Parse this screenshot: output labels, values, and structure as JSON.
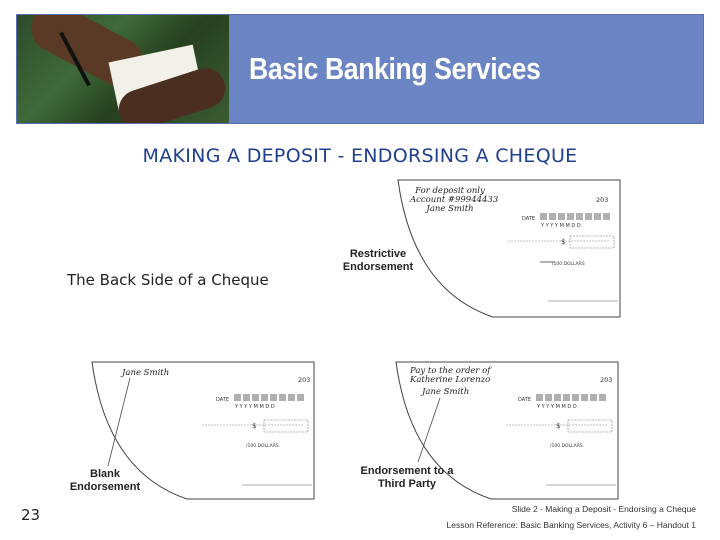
{
  "banner": {
    "title": "Basic Banking Services"
  },
  "main_title": "MAKING A DEPOSIT - ENDORSING A CHEQUE",
  "back_label": "The Back Side of a Cheque",
  "cheque_common": {
    "number": "203",
    "date_label": "DATE",
    "date_format": "Y  Y  Y  Y  M  M  D  D",
    "dollar_sign": "$",
    "dollars_label": "/100 DOLLARS"
  },
  "cheques": [
    {
      "callout": "Restrictive Endorsement",
      "lines": [
        "For deposit only",
        "Account #99944433",
        "Jane Smith"
      ]
    },
    {
      "callout": "Blank Endorsement",
      "lines": [
        "Jane Smith"
      ]
    },
    {
      "callout": "Endorsement to a Third Party",
      "lines": [
        "Pay to the order of",
        "Katherine Lorenzo",
        "Jane Smith"
      ]
    }
  ],
  "slide_number": "23",
  "footer": {
    "line1": "Slide 2  - Making a Deposit - Endorsing a Cheque",
    "line2": "Lesson Reference:  Basic Banking Services, Activity 6 – Handout 1"
  }
}
